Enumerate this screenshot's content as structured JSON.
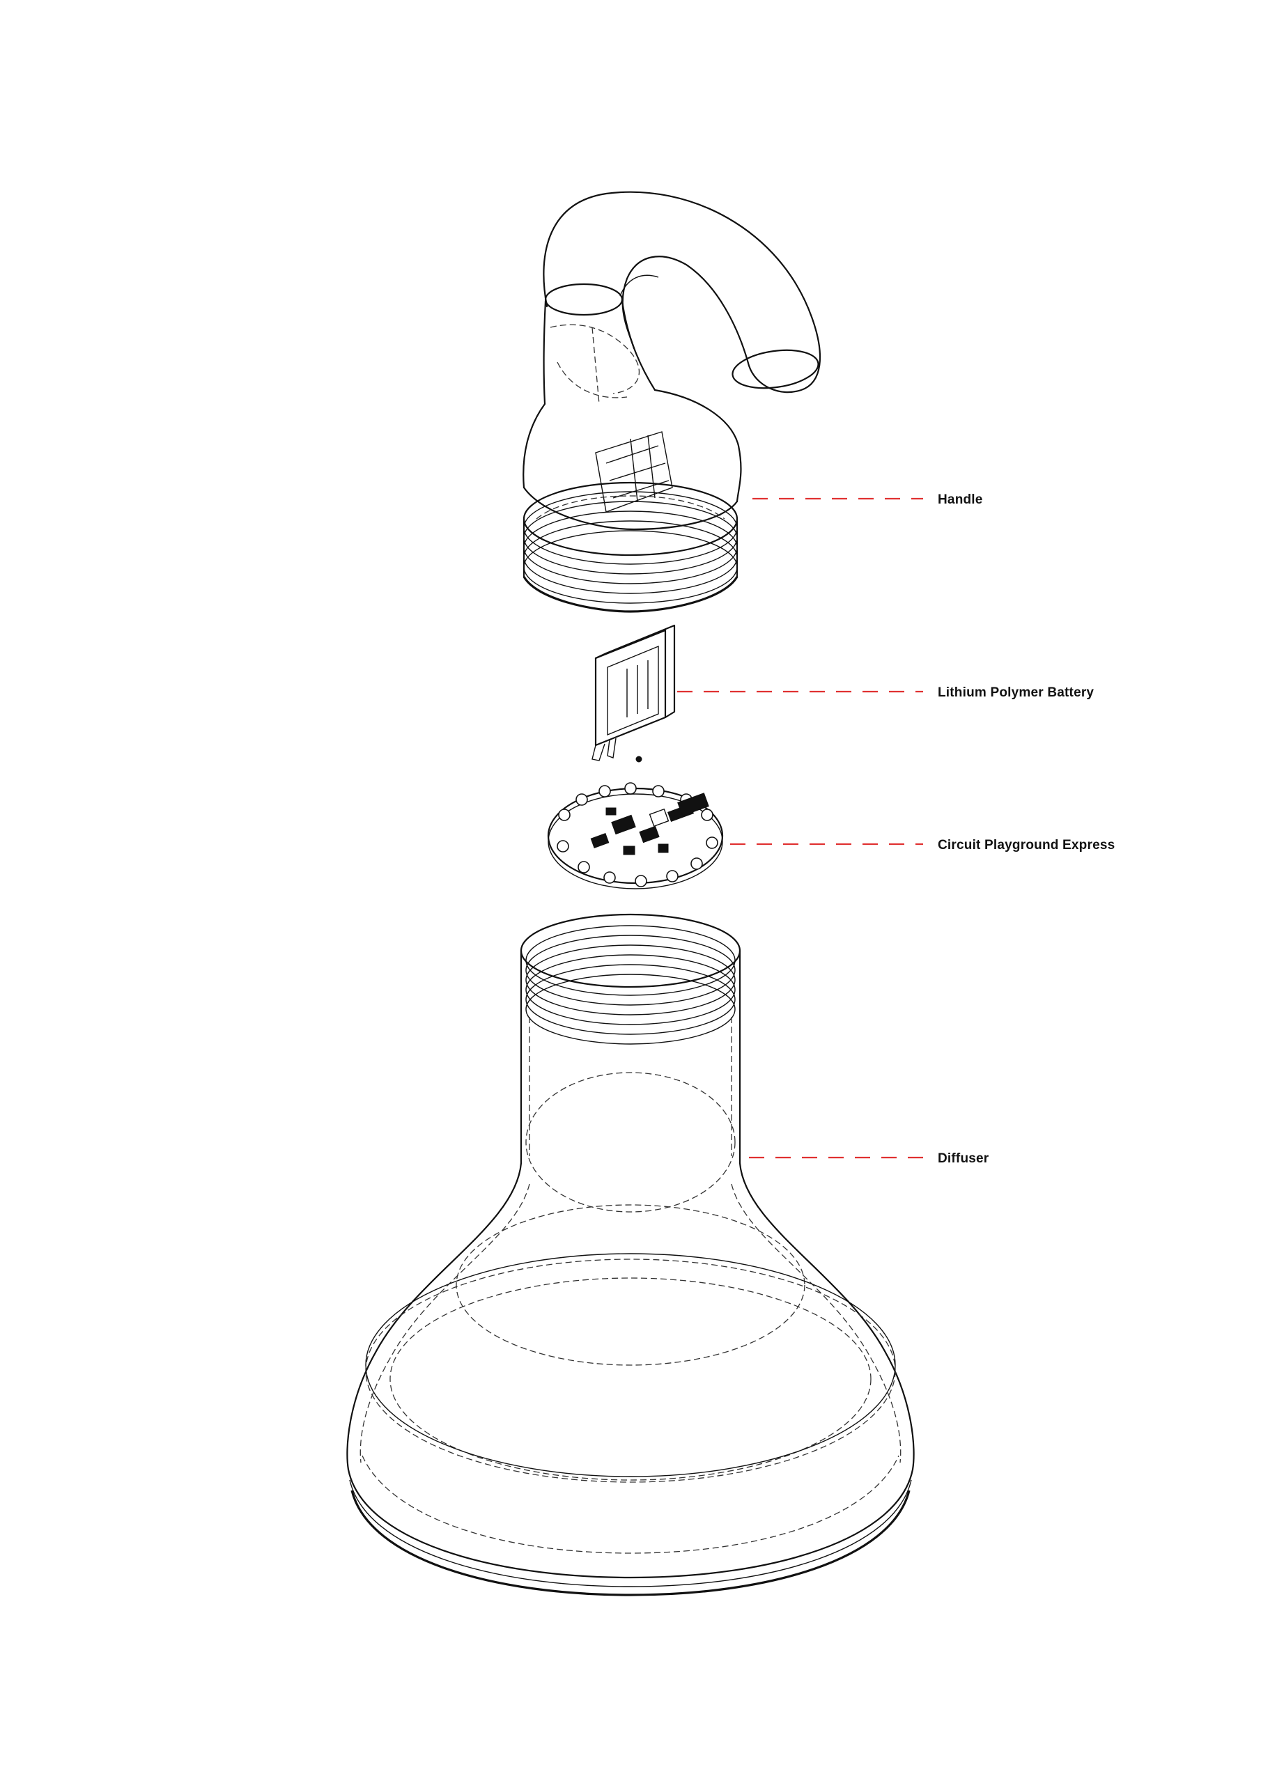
{
  "diagram": {
    "colors": {
      "line": "#111111",
      "leader": "#e03131",
      "background": "#ffffff"
    },
    "callouts": [
      {
        "id": "handle",
        "label": "Handle"
      },
      {
        "id": "battery",
        "label": "Lithium Polymer Battery"
      },
      {
        "id": "circuit",
        "label": "Circuit Playground Express"
      },
      {
        "id": "diffuser",
        "label": "Diffuser"
      }
    ]
  }
}
